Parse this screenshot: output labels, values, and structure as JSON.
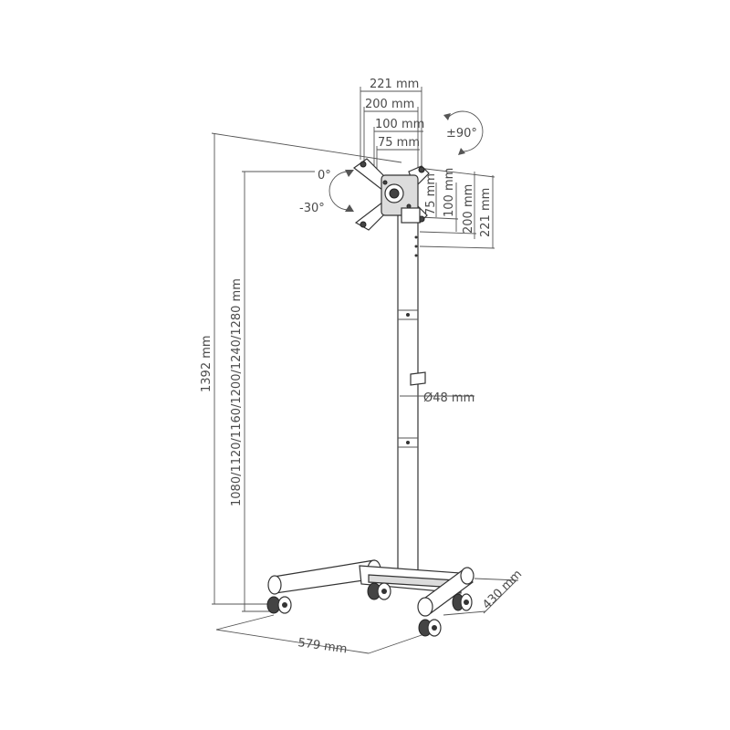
{
  "dimensions": {
    "vesa_width_221": "221 mm",
    "vesa_width_200": "200 mm",
    "vesa_width_100": "100 mm",
    "vesa_width_75": "75 mm",
    "vesa_height_75": "75 mm",
    "vesa_height_100": "100 mm",
    "vesa_height_200": "200 mm",
    "vesa_height_221": "221 mm",
    "rotation": "±90°",
    "tilt_top": "0°",
    "tilt_bottom": "-30°",
    "total_height": "1392 mm",
    "adjustable_heights": "1080/1120/1160/1200/1240/1280 mm",
    "pole_diameter": "Ø48 mm",
    "base_width": "579 mm",
    "base_depth": "430 mm"
  }
}
